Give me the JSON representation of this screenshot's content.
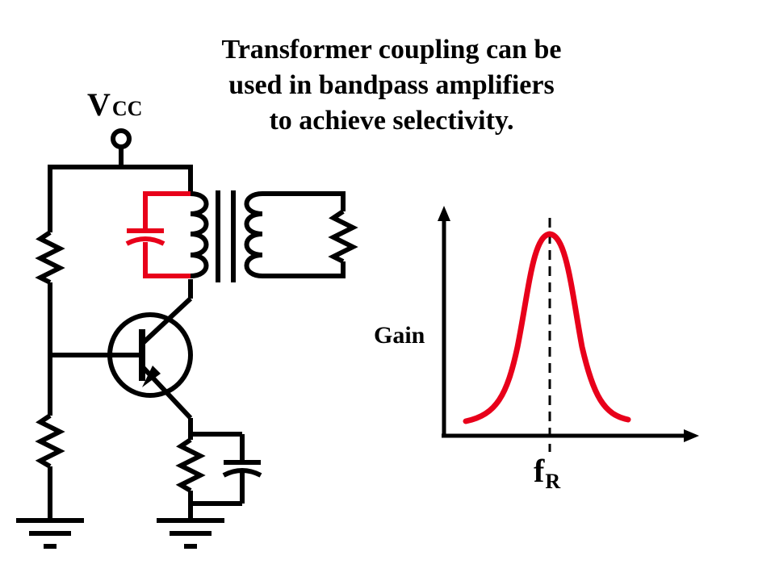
{
  "title": {
    "line1": "Transformer coupling can be",
    "line2": "used in bandpass amplifiers",
    "line3": "to achieve selectivity."
  },
  "vcc_label": {
    "main": "V",
    "sub": "CC"
  },
  "graph": {
    "ylabel": "Gain",
    "marker_main": "f",
    "marker_sub": "R"
  },
  "colors": {
    "ink": "#000000",
    "accent": "#e8001a"
  }
}
